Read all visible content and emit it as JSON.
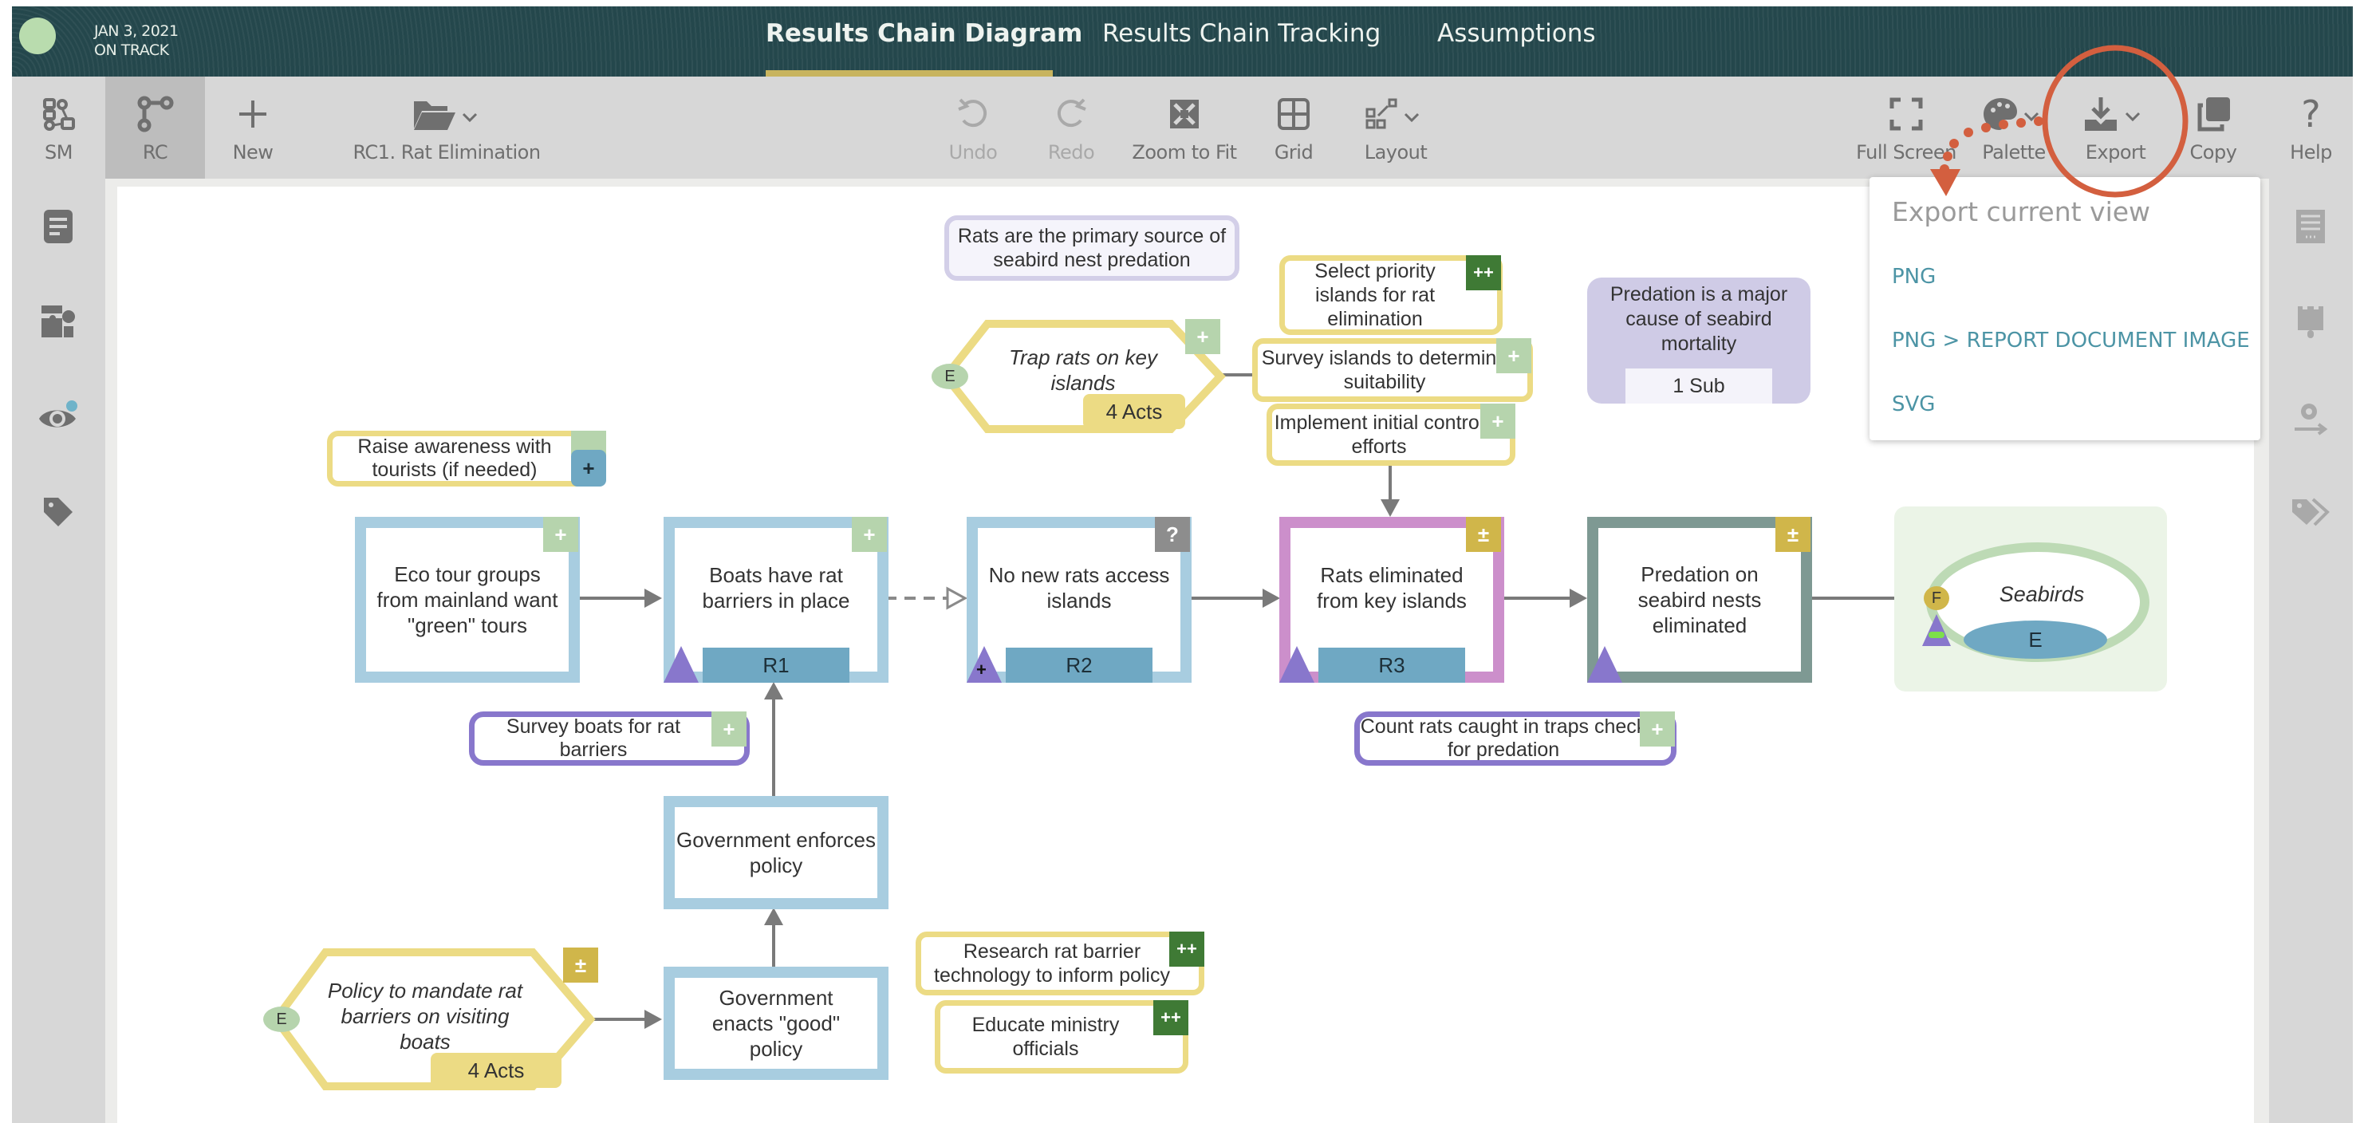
{
  "header": {
    "status_date": "JAN 3, 2021",
    "status_label": "ON TRACK",
    "status_color": "#b9dcae",
    "tabs": [
      {
        "label": "Results Chain Diagram",
        "active": true
      },
      {
        "label": "Results Chain Tracking",
        "active": false
      },
      {
        "label": "Assumptions",
        "active": false
      }
    ]
  },
  "toolbar": {
    "left": [
      {
        "label": "SM",
        "icon": "situation-model-icon"
      },
      {
        "label": "RC",
        "icon": "results-chain-icon",
        "active": true
      },
      {
        "label": "New",
        "icon": "plus-icon"
      },
      {
        "label": "RC1. Rat Elimination",
        "icon": "folder-open-icon"
      }
    ],
    "center": [
      {
        "label": "Undo",
        "icon": "undo-icon",
        "disabled": true
      },
      {
        "label": "Redo",
        "icon": "redo-icon",
        "disabled": true
      },
      {
        "label": "Zoom to Fit",
        "icon": "zoom-to-fit-icon"
      },
      {
        "label": "Grid",
        "icon": "grid-icon"
      },
      {
        "label": "Layout",
        "icon": "layout-icon"
      }
    ],
    "right": [
      {
        "label": "Full Screen",
        "icon": "fullscreen-icon"
      },
      {
        "label": "Palette",
        "icon": "palette-icon"
      },
      {
        "label": "Export",
        "icon": "download-icon"
      },
      {
        "label": "Copy",
        "icon": "copy-icon"
      },
      {
        "label": "Help",
        "icon": "help-icon"
      }
    ]
  },
  "left_sidebar": [
    "document-icon",
    "puzzle-shapes-icon",
    "eye-icon",
    "tag-icon"
  ],
  "right_sidebar": [
    "document-list-icon",
    "paintbrush-icon",
    "gear-arrow-icon",
    "tags-icon"
  ],
  "export_menu": {
    "heading": "Export current view",
    "items": [
      "PNG",
      "PNG > REPORT DOCUMENT IMAGE",
      "SVG"
    ]
  },
  "annotation_color": "#d35f3f",
  "diagram": {
    "assumptions": {
      "rats_source": "Rats are the primary source of seabird nest predation",
      "predation_major": "Predation is a major cause of seabird mortality",
      "predation_sub": "1 Sub"
    },
    "strategies": {
      "trap_rats": {
        "label": "Trap rats on key islands",
        "acts": "4 Acts",
        "bubble": "E",
        "badge": "+"
      },
      "policy": {
        "label": "Policy to mandate rat barriers on visiting boats",
        "acts": "4 Acts",
        "bubble": "E",
        "badge": "±"
      }
    },
    "activities": {
      "select_priority": {
        "label": "Select priority islands for rat elimination",
        "badge": "++"
      },
      "survey_islands": {
        "label": "Survey islands to determine suitability",
        "badge": "+"
      },
      "implement_control": {
        "label": "Implement initial control efforts",
        "badge": "+"
      },
      "raise_awareness": {
        "label": "Raise awareness with tourists (if needed)",
        "badge": "+"
      },
      "research_barrier": {
        "label": "Research rat barrier technology to inform policy",
        "badge": "++"
      },
      "educate_ministry": {
        "label": "Educate ministry officials",
        "badge": "++"
      }
    },
    "indicators": {
      "survey_boats": {
        "label": "Survey boats for rat barriers",
        "badge": "+"
      },
      "count_rats": {
        "label": "Count rats caught in traps check for predation",
        "badge": "+"
      }
    },
    "results": {
      "eco_tour": {
        "label": "Eco tour groups from mainland want \"green\" tours",
        "badge": "+"
      },
      "boats_barriers": {
        "label": "Boats have rat barriers in place",
        "tag": "R1",
        "badge": "+"
      },
      "no_new_rats": {
        "label": "No new rats access islands",
        "tag": "R2",
        "badge": "?",
        "tri_mark": "+"
      },
      "rats_eliminated": {
        "label": "Rats eliminated from key islands",
        "tag": "R3",
        "badge": "±"
      },
      "predation_eliminated": {
        "label": "Predation on seabird nests eliminated",
        "badge": "±"
      },
      "gov_enforces": {
        "label": "Government enforces policy"
      },
      "gov_enacts": {
        "label": "Government enacts \"good\" policy"
      }
    },
    "target": {
      "label": "Seabirds",
      "factor": "F",
      "status": "E"
    }
  }
}
